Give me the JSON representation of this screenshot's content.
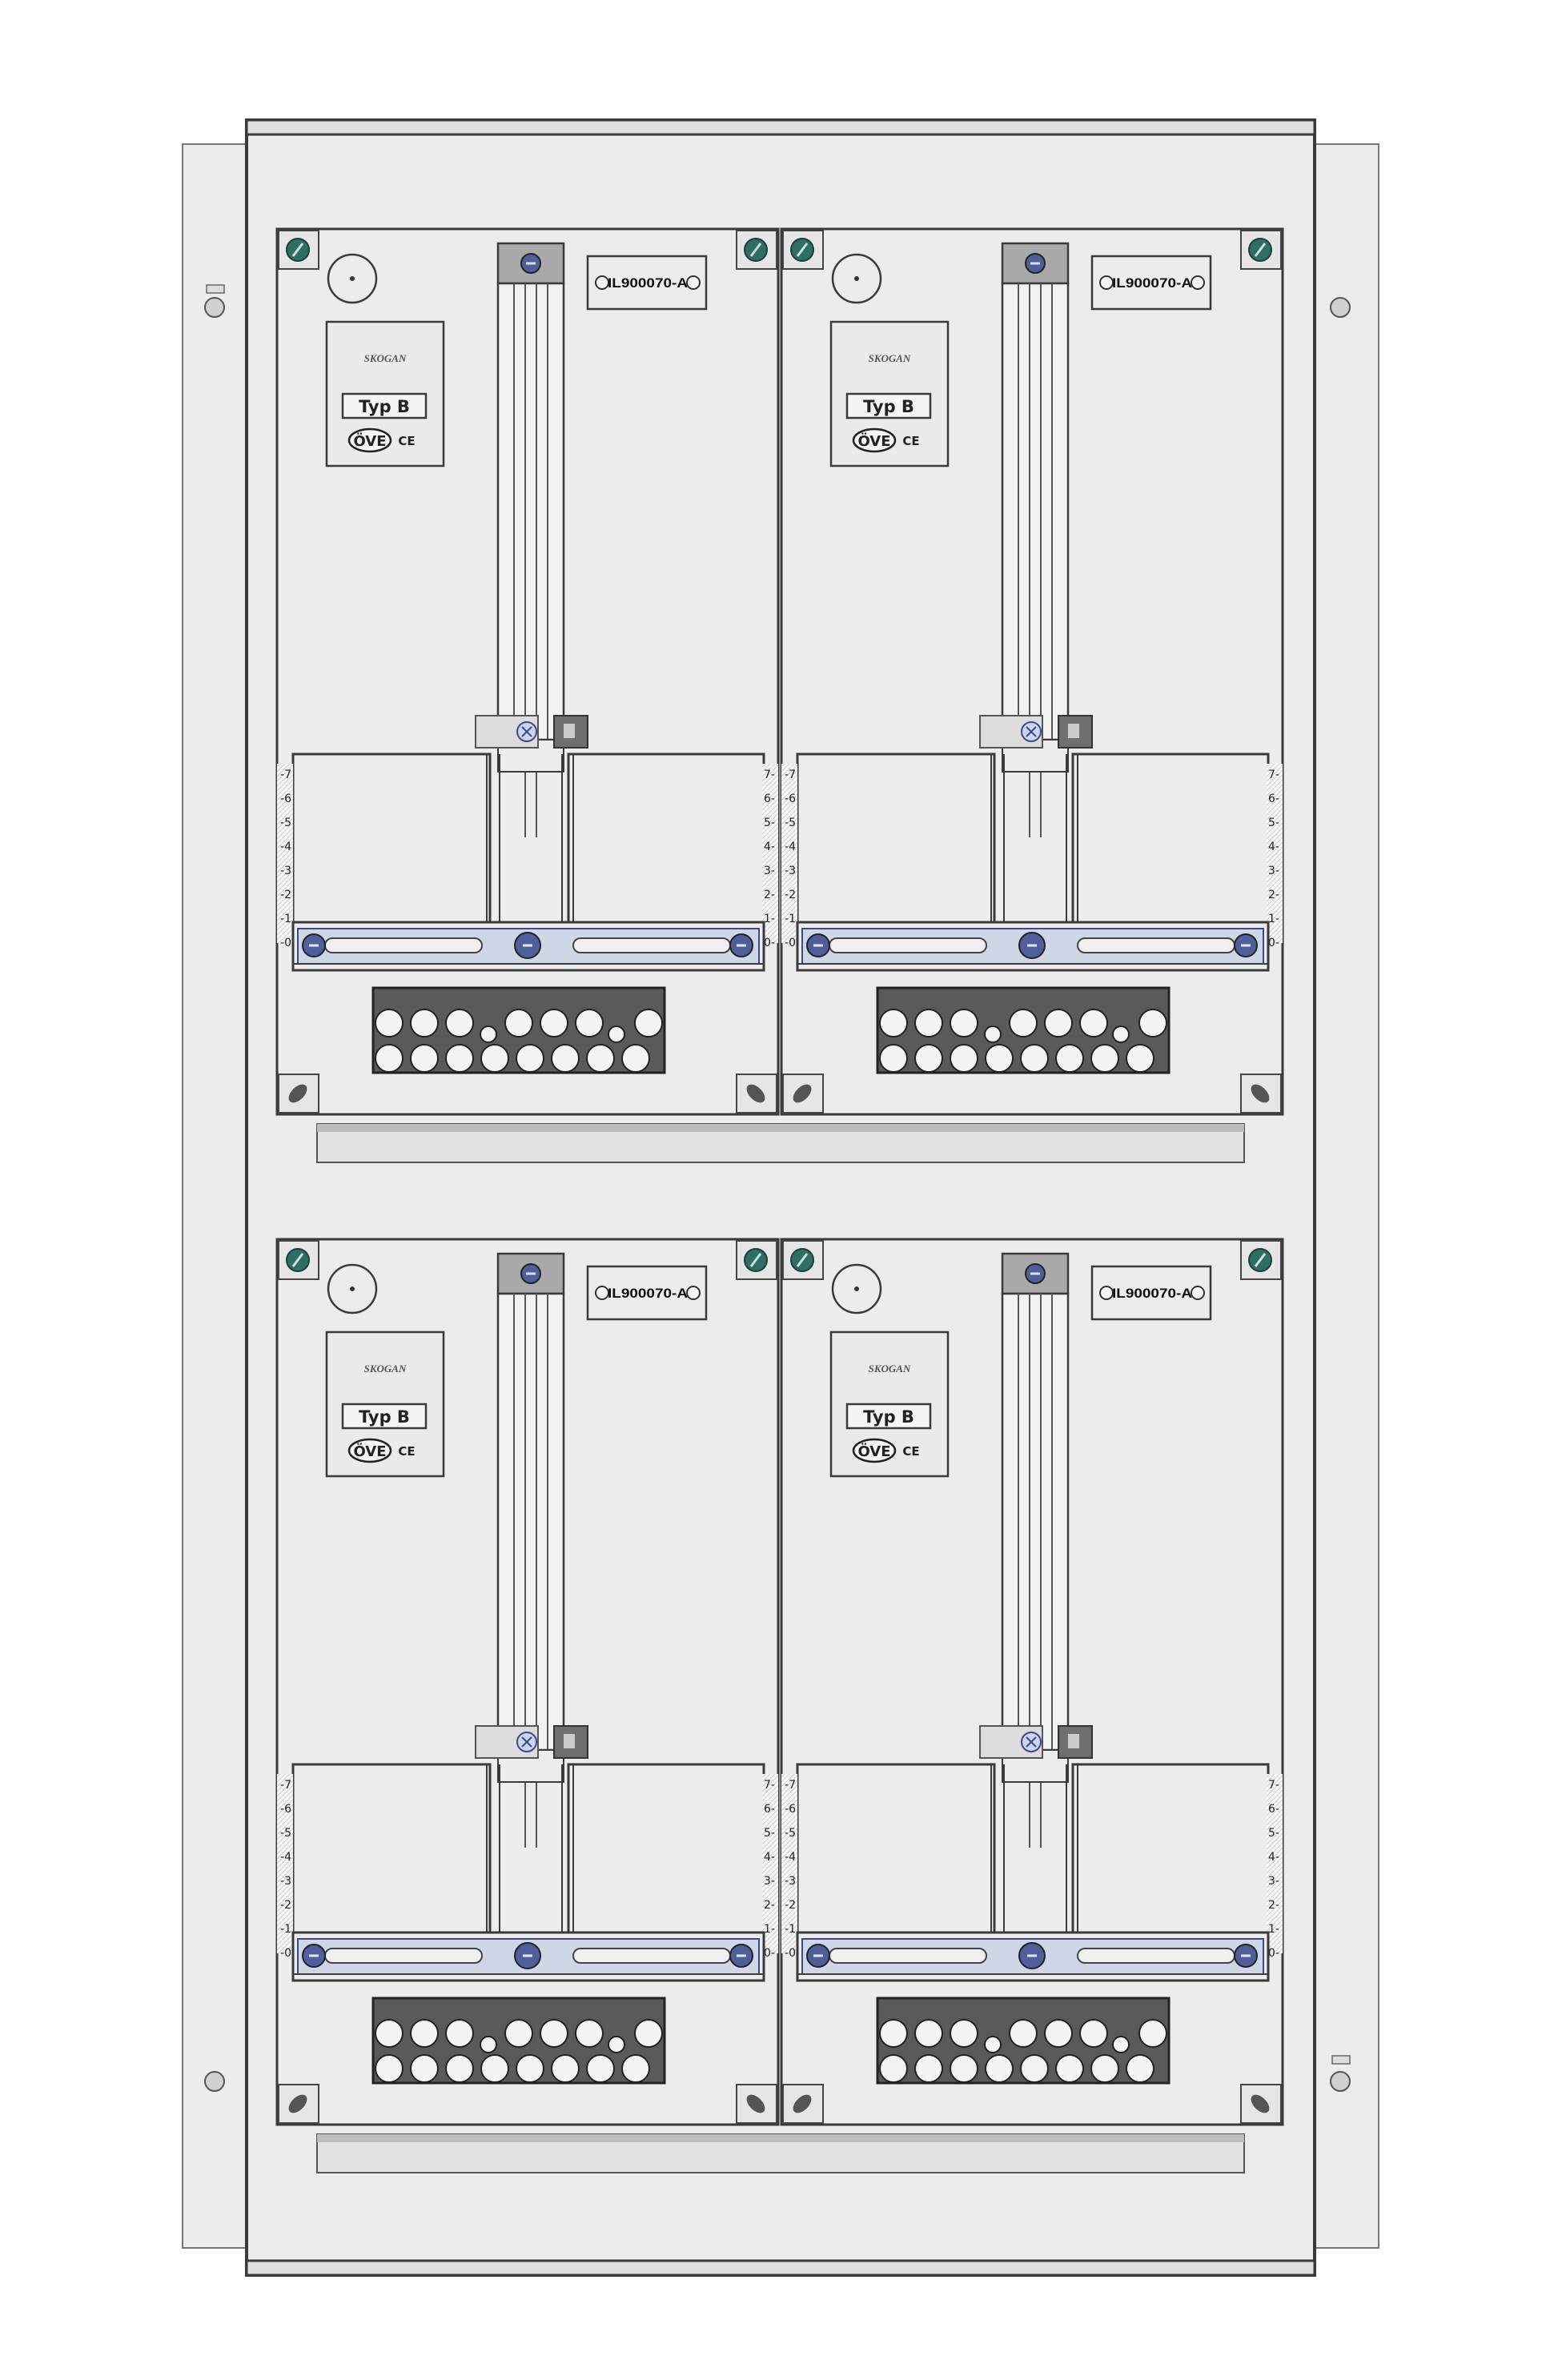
{
  "module": {
    "part_number": "IL900070-A",
    "meter_type": "Typ B",
    "approval_mark": "ÖVE",
    "ce_mark": "CE",
    "brand": "SKOGAN"
  },
  "scale_left": [
    "-7",
    "-6",
    "-5",
    "-4",
    "-3",
    "-2",
    "-1",
    "-0"
  ],
  "scale_right": [
    "7-",
    "6-",
    "5-",
    "4-",
    "3-",
    "2-",
    "1-",
    "0-"
  ],
  "modules": [
    {
      "name": "module-top-left"
    },
    {
      "name": "module-top-right"
    },
    {
      "name": "module-bottom-left"
    },
    {
      "name": "module-bottom-right"
    }
  ],
  "colors": {
    "panel": "#ececec",
    "outline": "#3a3a3a",
    "screw_green": "#2f6e63",
    "screw_blue": "#4f5f9c",
    "rail": "#cfd6e6",
    "dark_gray": "#7a7a7a"
  }
}
